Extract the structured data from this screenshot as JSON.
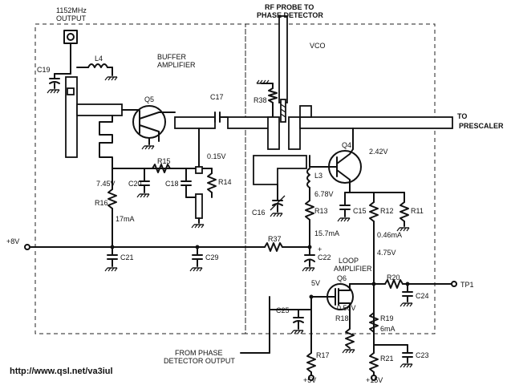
{
  "labels": {
    "out_freq": "1152MHz",
    "output": "OUTPUT",
    "rf_probe1": "RF PROBE TO",
    "rf_probe2": "PHASE DETECTOR",
    "vco": "VCO",
    "buffer1": "BUFFER",
    "buffer2": "AMPLIFIER",
    "to": "TO",
    "prescaler": "PRESCALER",
    "c19": "C19",
    "l4": "L4",
    "q5": "Q5",
    "c17": "C17",
    "r38": "R38",
    "q4": "Q4",
    "v242": "2.42V",
    "v015": "0.15V",
    "v745": "7.45V",
    "c20": "C20",
    "r15": "R15",
    "c18": "C18",
    "r14": "R14",
    "l3": "L3",
    "v678": "6.78V",
    "r16": "R16",
    "ma17": "17mA",
    "c16": "C16",
    "r13": "R13",
    "ma157": "15.7mA",
    "c15": "C15",
    "r12": "R12",
    "r11": "R11",
    "ma046": "0.46mA",
    "v475": "4.75V",
    "p8v": "+8V",
    "r37": "R37",
    "plus": "+",
    "c21": "C21",
    "c29": "C29",
    "c22": "C22",
    "loop1": "LOOP",
    "loop2": "AMPLIFIER",
    "q6": "Q6",
    "v5": "5V",
    "r20": "R20",
    "tp1": "TP1",
    "c24": "C24",
    "c25": "C25",
    "v056": "0.56V",
    "r18": "R18",
    "r19": "R19",
    "ma6": "6mA",
    "from1": "FROM PHASE",
    "from2": "DETECTOR OUTPUT",
    "r17": "R17",
    "r21": "R21",
    "c23": "C23",
    "p5v": "+5V",
    "p15v": "+15V"
  },
  "url": "http://www.qsl.net/va3iul"
}
